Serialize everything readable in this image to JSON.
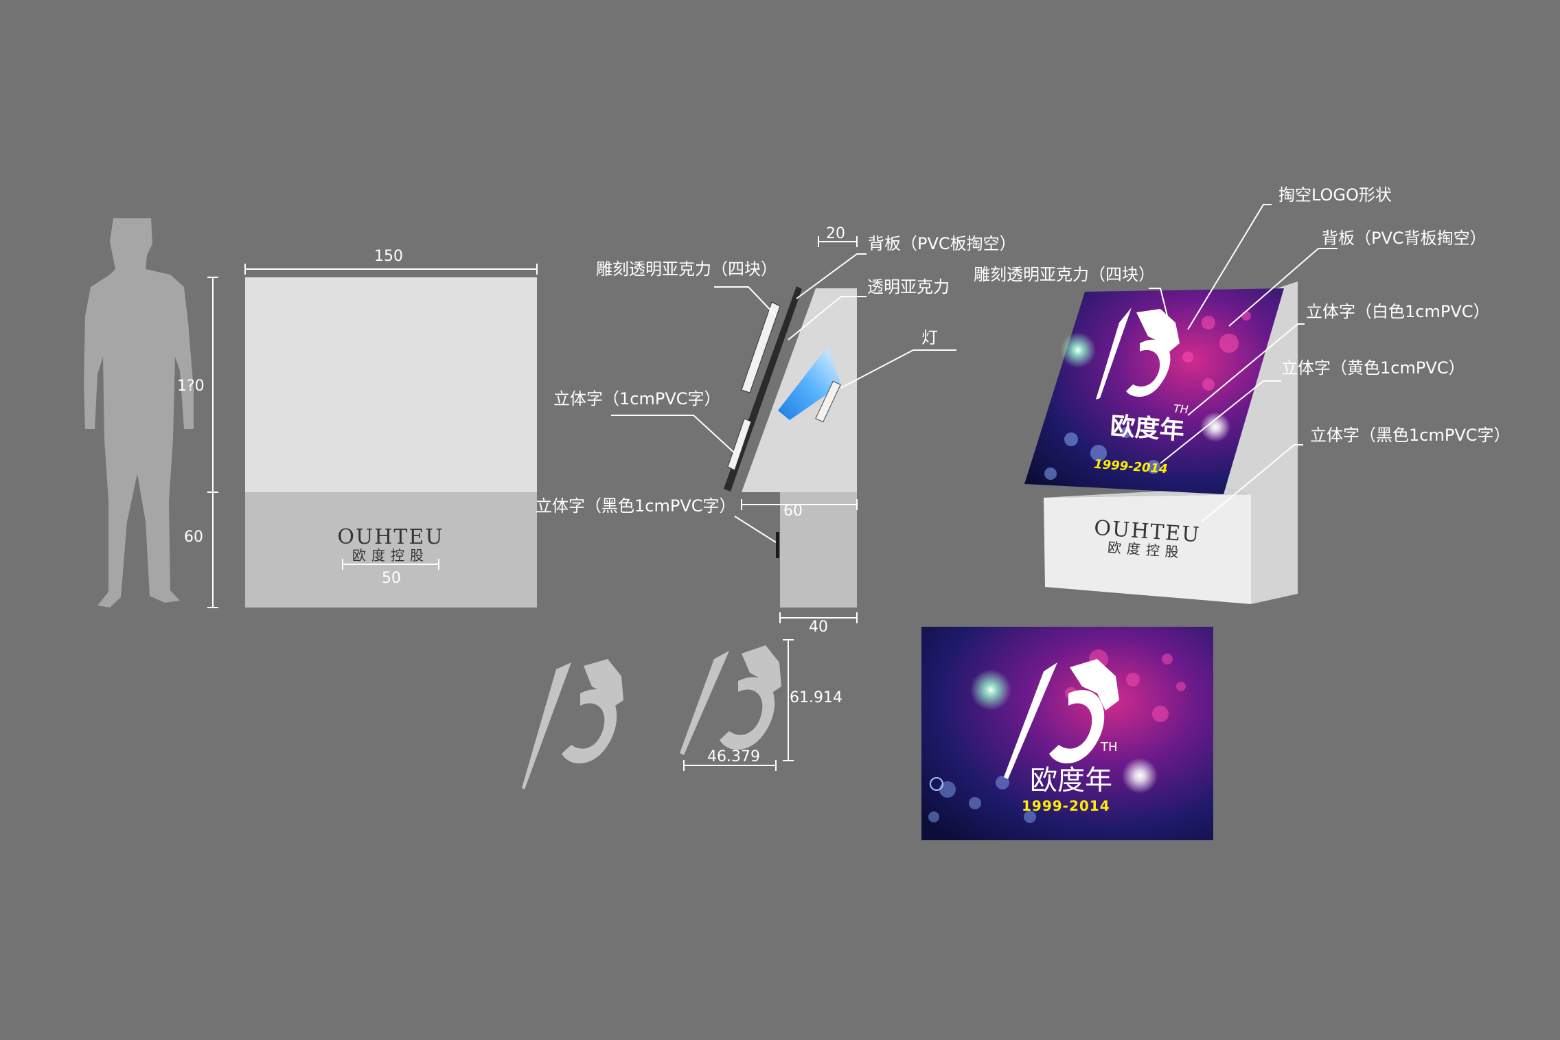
{
  "front_view": {
    "width_label": "150",
    "upper_height_label": "1?0",
    "lower_height_label": "60",
    "logo_width_label": "50",
    "brand_en": "OUHTEU",
    "brand_cn": "欧度控股"
  },
  "side_view": {
    "dim_top": "20",
    "dim_base": "60",
    "dim_depth": "40",
    "callouts": {
      "back_panel": "背板（PVC板掏空）",
      "carved_acrylic": "雕刻透明亚克力（四块）",
      "clear_acrylic": "透明亚克力",
      "light": "灯",
      "raised_letters": "立体字（1cmPVC字）",
      "black_letters": "立体字（黑色1cmPVC字）"
    }
  },
  "perspective_view": {
    "callouts": {
      "hollow_logo": "掏空LOGO形状",
      "back_panel": "背板（PVC背板掏空）",
      "carved_acrylic": "雕刻透明亚克力（四块）",
      "white_letters": "立体字（白色1cmPVC）",
      "yellow_letters": "立体字（黄色1cmPVC）",
      "black_letters": "立体字（黑色1cmPVC字）"
    },
    "brand_en": "OUHTEU",
    "brand_cn": "欧度控股"
  },
  "logo_detail": {
    "height_label": "61.914",
    "width_label": "46.379"
  },
  "poster": {
    "superscript": "TH",
    "title": "欧度年",
    "years": "1999-2014"
  },
  "colors": {
    "background": "#737373",
    "panel_light": "#e0e0e0",
    "panel_base": "#bfbfbf",
    "silhouette": "#a6a6a6",
    "years_yellow": "#ffee00",
    "poster_purple": "#6a1a8a",
    "poster_navy": "#0d0d3a"
  }
}
